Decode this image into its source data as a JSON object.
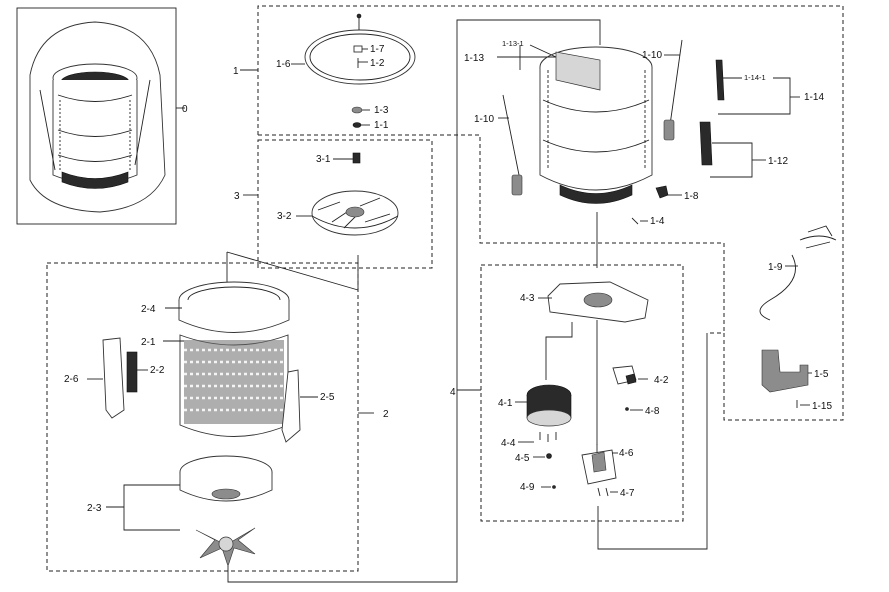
{
  "labels": {
    "p0": "0",
    "p1": "1",
    "p1_1": "1-1",
    "p1_2": "1-2",
    "p1_3": "1-3",
    "p1_4": "1-4",
    "p1_5": "1-5",
    "p1_6": "1-6",
    "p1_7": "1-7",
    "p1_8": "1-8",
    "p1_9": "1-9",
    "p1_10a": "1-10",
    "p1_10b": "1-10",
    "p1_12": "1-12",
    "p1_13": "1-13",
    "p1_13_1": "1-13-1",
    "p1_14": "1-14",
    "p1_14_1": "1-14-1",
    "p1_15": "1-15",
    "p2": "2",
    "p2_1": "2-1",
    "p2_2": "2-2",
    "p2_3": "2-3",
    "p2_4": "2-4",
    "p2_5": "2-5",
    "p2_6": "2-6",
    "p3": "3",
    "p3_1": "3-1",
    "p3_2": "3-2",
    "p4": "4",
    "p4_1": "4-1",
    "p4_2": "4-2",
    "p4_3": "4-3",
    "p4_4": "4-4",
    "p4_5": "4-5",
    "p4_6": "4-6",
    "p4_7": "4-7",
    "p4_8": "4-8",
    "p4_9": "4-9"
  }
}
